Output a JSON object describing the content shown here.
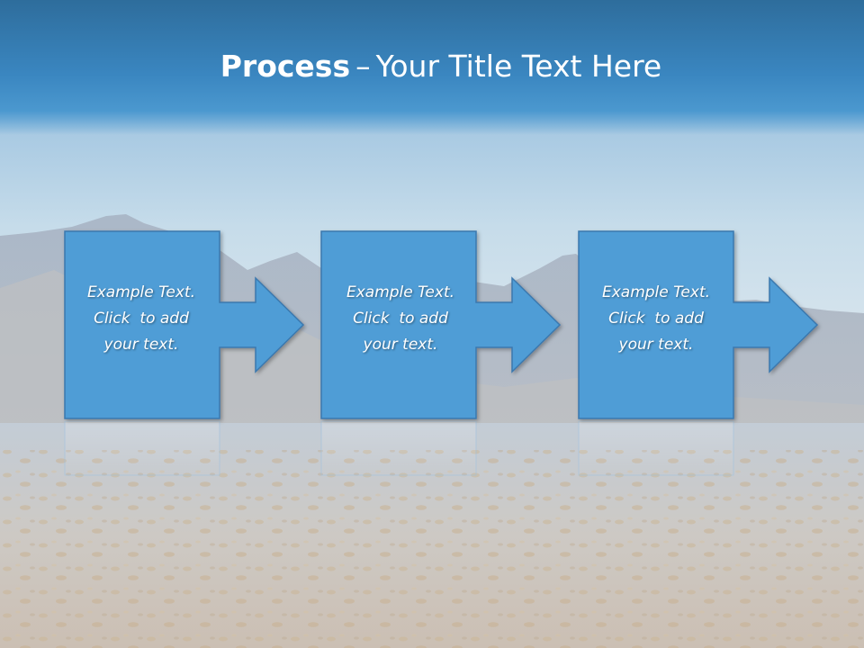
{
  "slide": {
    "title_bold": "Process",
    "title_dash": "–",
    "title_rest": "Your Title Text Here"
  },
  "colors": {
    "title_bar": "#3a86c0",
    "shape_fill": "#4f9dd6",
    "shape_border": "#3a78ae",
    "text": "#ffffff"
  },
  "process": {
    "steps": [
      {
        "lines": [
          "Example Text.",
          "Click  to add",
          "your text."
        ]
      },
      {
        "lines": [
          "Example Text.",
          "Click  to add",
          "your text."
        ]
      },
      {
        "lines": [
          "Example Text.",
          "Click  to add",
          "your text."
        ]
      }
    ]
  }
}
